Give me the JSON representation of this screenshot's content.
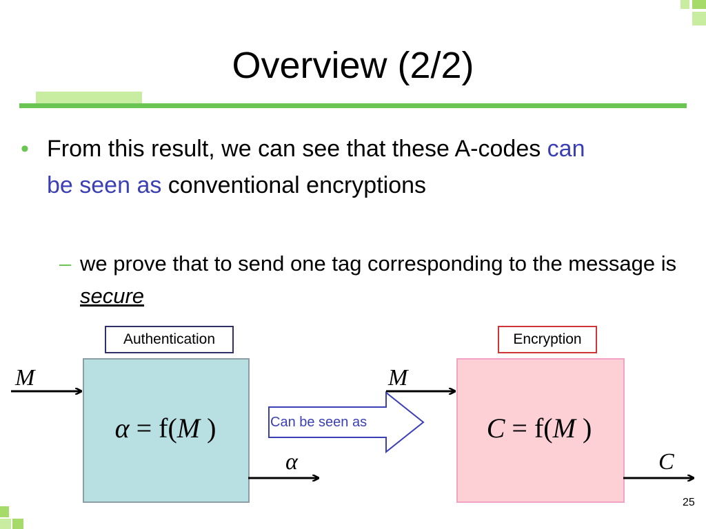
{
  "slide": {
    "title": "Overview (2/2)",
    "bullet_marker": "•",
    "subbullet_marker": "–",
    "bullet1": {
      "part1": "From this result, we can see that these A-codes ",
      "highlight": "can be seen as",
      "part2": " conventional encryptions"
    },
    "bullet2": {
      "part1": "we prove that to send one tag corresponding to the message is ",
      "emphasis": "secure"
    },
    "page_number": "25"
  },
  "diagram": {
    "authentication_label": "Authentication",
    "encryption_label": "Encryption",
    "input_left": "M",
    "input_right": "M",
    "auth_formula": {
      "lhs": "α",
      "eq": " = ",
      "func": "f(",
      "arg": "M",
      "close": " )"
    },
    "enc_formula": {
      "lhs": "C",
      "eq": " = ",
      "func": "f(",
      "arg": "M",
      "close": " )"
    },
    "auth_output": "α",
    "enc_output": "C",
    "arrow_text": "Can be seen as"
  },
  "colors": {
    "accent_green": "#6bc552",
    "light_green": "#c8eca0",
    "highlight_blue": "#3b3fb4",
    "auth_fill": "#b8dfe2",
    "enc_fill": "#fdd0d6",
    "enc_border": "#d03535"
  }
}
